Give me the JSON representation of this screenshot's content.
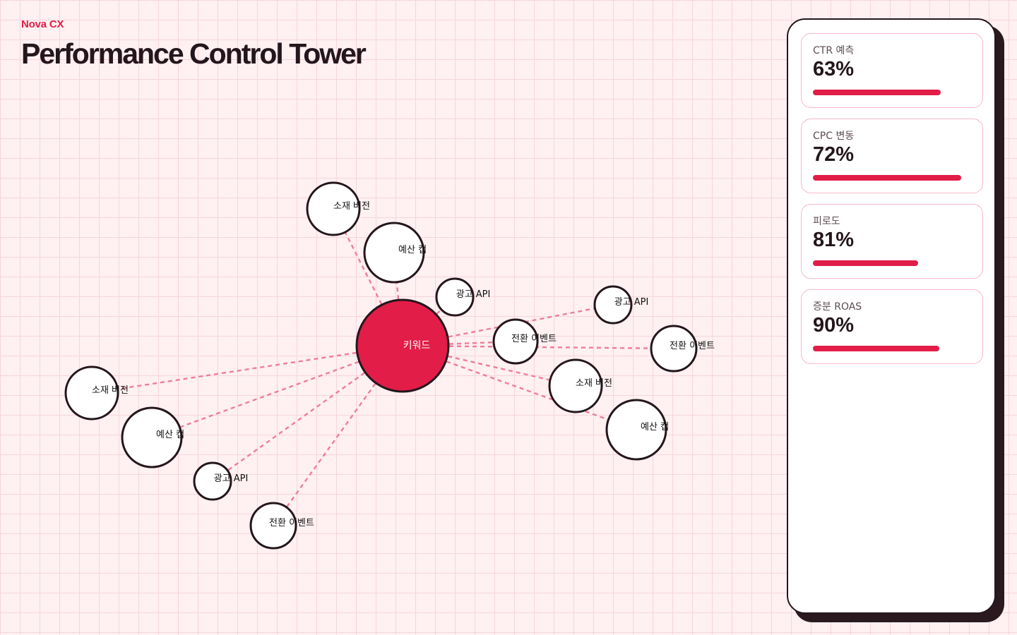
{
  "brand": "Nova CX",
  "page_title": "Performance Control Tower",
  "colors": {
    "accent": "#e11d48",
    "edge": "#ef7d9a",
    "ink": "#24161c",
    "background": "#fff0f2"
  },
  "graph": {
    "hub": {
      "label": "키워드"
    },
    "nodes": [
      {
        "label": "소재 버전"
      },
      {
        "label": "예산 캡"
      },
      {
        "label": "광고 API"
      },
      {
        "label": "광고 API"
      },
      {
        "label": "전환 이벤트"
      },
      {
        "label": "전환 이벤트"
      },
      {
        "label": "소재 버전"
      },
      {
        "label": "예산 캡"
      },
      {
        "label": "소재 버전"
      },
      {
        "label": "예산 캡"
      },
      {
        "label": "광고 API"
      },
      {
        "label": "전환 이벤트"
      }
    ]
  },
  "metrics": [
    {
      "label": "CTR 예측",
      "value": "63%",
      "fill": 0.8
    },
    {
      "label": "CPC 변동",
      "value": "72%",
      "fill": 0.93
    },
    {
      "label": "피로도",
      "value": "81%",
      "fill": 0.66
    },
    {
      "label": "증분 ROAS",
      "value": "90%",
      "fill": 0.79
    }
  ]
}
